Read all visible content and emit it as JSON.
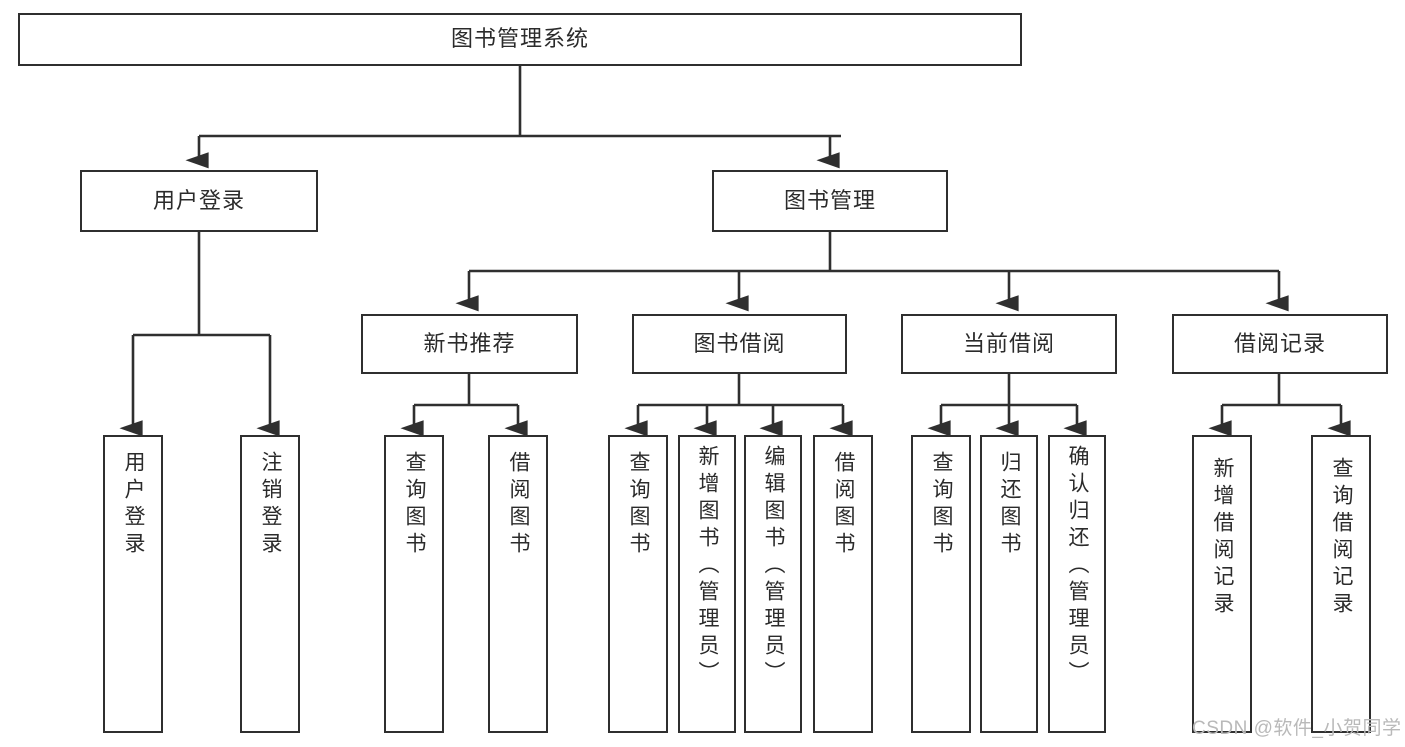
{
  "diagram": {
    "title": "图书管理系统",
    "type": "tree-hierarchy-chart",
    "watermark": "CSDN @软件_小贺同学",
    "colors": {
      "border": "#2f2f2f",
      "background": "#ffffff",
      "text": "#2b2b2b",
      "watermark": "#b9b9b9"
    },
    "nodes": {
      "root": {
        "label": "图书管理系统"
      },
      "level2": [
        {
          "id": "user-login",
          "label": "用户登录"
        },
        {
          "id": "book-manage",
          "label": "图书管理"
        }
      ],
      "level3": [
        {
          "id": "new-book-rec",
          "label": "新书推荐"
        },
        {
          "id": "book-borrow",
          "label": "图书借阅"
        },
        {
          "id": "current-borrow",
          "label": "当前借阅"
        },
        {
          "id": "borrow-record",
          "label": "借阅记录"
        }
      ],
      "leaves": [
        {
          "id": "leaf-user-login",
          "label": "用户登录",
          "parent": "user-login"
        },
        {
          "id": "leaf-logout",
          "label": "注销登录",
          "parent": "user-login"
        },
        {
          "id": "leaf-query-book-1",
          "label": "查询图书",
          "parent": "new-book-rec"
        },
        {
          "id": "leaf-borrow-book-1",
          "label": "借阅图书",
          "parent": "new-book-rec"
        },
        {
          "id": "leaf-query-book-2",
          "label": "查询图书",
          "parent": "book-borrow"
        },
        {
          "id": "leaf-add-book",
          "label": "新增图书（管理员）",
          "parent": "book-borrow"
        },
        {
          "id": "leaf-edit-book",
          "label": "编辑图书（管理员）",
          "parent": "book-borrow"
        },
        {
          "id": "leaf-borrow-book-2",
          "label": "借阅图书",
          "parent": "book-borrow"
        },
        {
          "id": "leaf-query-book-3",
          "label": "查询图书",
          "parent": "current-borrow"
        },
        {
          "id": "leaf-return-book",
          "label": "归还图书",
          "parent": "current-borrow"
        },
        {
          "id": "leaf-confirm-return",
          "label": "确认归还（管理员）",
          "parent": "current-borrow"
        },
        {
          "id": "leaf-add-record",
          "label": "新增借阅记录",
          "parent": "borrow-record"
        },
        {
          "id": "leaf-query-record",
          "label": "查询借阅记录",
          "parent": "borrow-record"
        }
      ]
    }
  }
}
